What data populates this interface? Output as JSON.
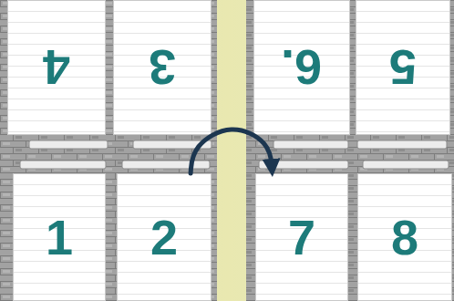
{
  "diagram": {
    "nodes": [
      {
        "text": [
          "4"
        ]
      },
      {
        "text": [
          "3"
        ]
      },
      {
        "text": [
          "6."
        ]
      },
      {
        "text": [
          "5"
        ]
      },
      {
        "text": [
          "1"
        ]
      },
      {
        "text": [
          "2"
        ]
      },
      {
        "text": [
          "7"
        ]
      },
      {
        "text": [
          "8"
        ]
      }
    ],
    "edges": [
      {
        "from": 5,
        "to": 6,
        "arrow": "to"
      }
    ]
  }
}
